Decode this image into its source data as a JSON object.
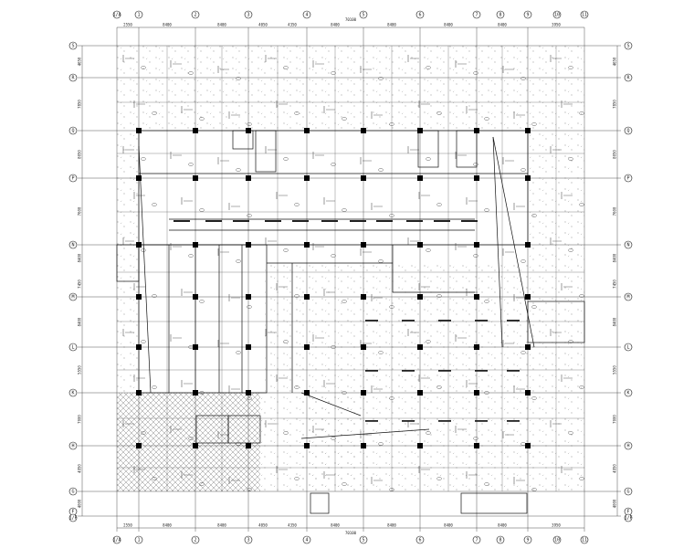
{
  "drawing": {
    "top_overall_dimension": "70100",
    "bottom_overall_dimension": "70100",
    "colors": {
      "line": "#111111",
      "grid": "#333333",
      "hatch": "#444444",
      "column": "#000000",
      "background": "#ffffff"
    },
    "column_grid_labels": [
      "1/A",
      "1",
      "2",
      "3",
      "4",
      "5",
      "6",
      "7",
      "8",
      "9",
      "10",
      "11"
    ],
    "row_grid_labels": [
      "S",
      "R",
      "Q",
      "P",
      "N",
      "M",
      "L",
      "K",
      "H",
      "G",
      "F",
      "1/F"
    ],
    "top_dimensions": [
      "2550",
      "8400",
      "8400",
      "4050",
      "4350",
      "8400",
      "8400",
      "8400",
      "8400",
      "3950"
    ],
    "bottom_dimensions": [
      "2550",
      "8400",
      "8400",
      "4050",
      "4350",
      "8400",
      "8400",
      "8400",
      "8400",
      "3950"
    ],
    "left_dimensions": [
      "4650",
      "7850",
      "8050",
      "7600",
      "8400",
      "7450",
      "8400",
      "5550",
      "7000",
      "4950",
      "4000"
    ],
    "right_dimensions": [
      "4650",
      "7850",
      "8050",
      "7600",
      "8400",
      "7450",
      "8400",
      "5550",
      "7000",
      "4950",
      "4000"
    ]
  }
}
